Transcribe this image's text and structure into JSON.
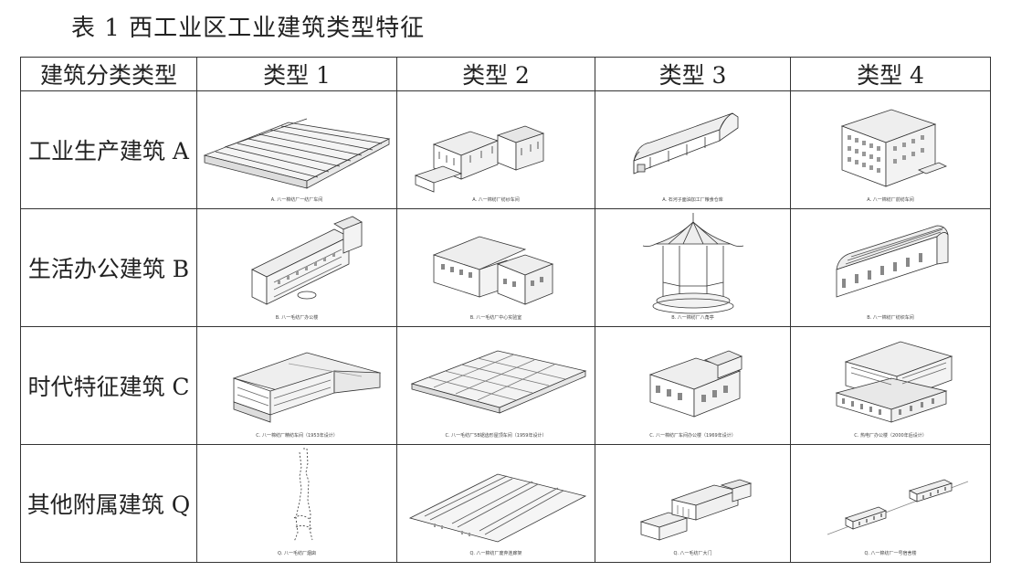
{
  "caption": "表 1  西工业区工业建筑类型特征",
  "header": {
    "corner": "建筑分类类型",
    "columns": [
      "类型 1",
      "类型 2",
      "类型 3",
      "类型 4"
    ]
  },
  "rows": [
    {
      "label": "工业生产建筑 A",
      "cells": [
        {
          "caption": "A. 八一棉纺厂一纺厂车间"
        },
        {
          "caption": "A. 八一棉纺厂纺纱车间"
        },
        {
          "caption": "A. 石河子面油加工厂粮食仓库"
        },
        {
          "caption": "A. 八一棉纺厂前纺车间"
        }
      ]
    },
    {
      "label": "生活办公建筑 B",
      "cells": [
        {
          "caption": "B. 八一毛纺厂办公楼"
        },
        {
          "caption": "B. 八一毛纺厂中心实验室"
        },
        {
          "caption": "B. 八一棉纺厂八角亭"
        },
        {
          "caption": "B. 八一棉纺厂纺织车间"
        }
      ]
    },
    {
      "label": "时代特征建筑 C",
      "cells": [
        {
          "caption": "C. 八一棉纺厂精纺车间（1953年设计）"
        },
        {
          "caption": "C. 八一毛纺厂5B锯齿形屋顶车间（1959年设计）"
        },
        {
          "caption": "C. 八一棉纺厂车间办公楼（1969年设计）"
        },
        {
          "caption": "C. 热电厂办公楼（2000年后设计）"
        }
      ]
    },
    {
      "label": "其他附属建筑 Q",
      "cells": [
        {
          "caption": "Q. 八一毛纺厂烟囱"
        },
        {
          "caption": "Q. 八一棉纺厂废弃连廊架"
        },
        {
          "caption": "Q. 八一毛纺厂大门"
        },
        {
          "caption": "Q. 八一棉纺厂一号宿舍楼"
        }
      ]
    }
  ]
}
